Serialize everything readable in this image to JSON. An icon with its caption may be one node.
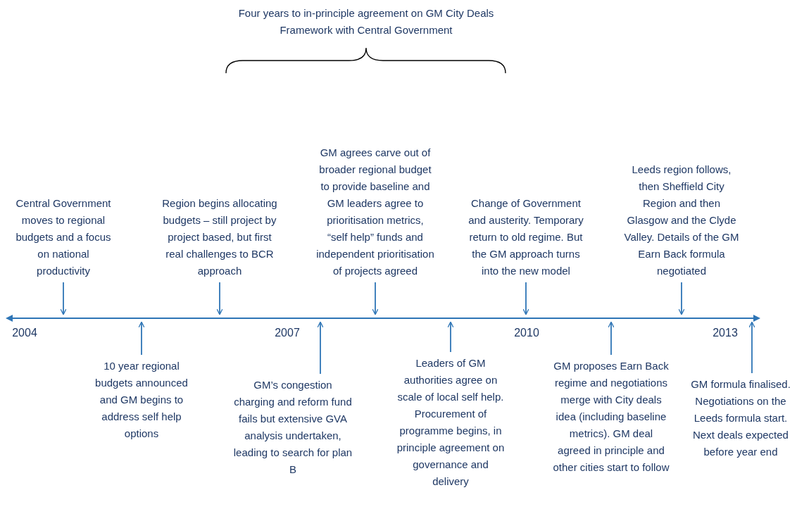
{
  "diagram": {
    "nodes": [
      {
        "text": [],
        "shape": "bar"
      },
      {
        "text": [
          "Central Government moves to regional budgets and a focus on national productivity"
        ]
      },
      {
        "text": [
          "Region begins allocating budgets – still project by project based, but first real challenges to BCR approach"
        ]
      },
      {
        "text": [
          "GM agrees carve out of broader regional budget to provide baseline and GM leaders agree to prioritisation metrics, “self help” funds and independent prioritisation of projects agreed"
        ]
      },
      {
        "text": [
          "Change of Government and austerity. Temporary return to old regime. But the GM approach turns into the new model"
        ]
      },
      {
        "text": [
          "Leeds region follows, then Sheffield City Region and then Glasgow and the Clyde Valley. Details of the GM Earn Back formula negotiated"
        ]
      },
      {
        "text": [
          "10 year regional budgets announced and GM begins to address self help options"
        ]
      },
      {
        "text": [
          "GM’s congestion charging and reform fund fails but extensive GVA analysis undertaken, leading to search for plan B"
        ]
      },
      {
        "text": [
          "Leaders of GM authorities agree on scale of local self help. Procurement of programme begins, in principle agreement on governance and delivery"
        ]
      },
      {
        "text": [
          "GM proposes Earn Back regime and negotiations merge with City deals idea (including baseline metrics).  GM deal agreed in principle and other cities start to follow"
        ]
      },
      {
        "text": [
          "GM formula finalised. Negotiations on the Leeds formula start. Next deals expected before year end"
        ]
      }
    ],
    "edges": [
      {
        "from": 1,
        "to": 0,
        "arrow": "to"
      },
      {
        "from": 2,
        "to": 0,
        "arrow": "to"
      },
      {
        "from": 3,
        "to": 0,
        "arrow": "to"
      },
      {
        "from": 4,
        "to": 0,
        "arrow": "to"
      },
      {
        "from": 5,
        "to": 0,
        "arrow": "to"
      },
      {
        "from": 6,
        "to": 0,
        "arrow": "to"
      },
      {
        "from": 7,
        "to": 0,
        "arrow": "to"
      },
      {
        "from": 8,
        "to": 0,
        "arrow": "to"
      },
      {
        "from": 9,
        "to": 0,
        "arrow": "to"
      },
      {
        "from": 10,
        "to": 0,
        "arrow": "to"
      }
    ],
    "labels": [
      "Four years to in-principle agreement on GM City Deals Framework with Central Government",
      "2004",
      "2007",
      "2010",
      "2013"
    ]
  }
}
